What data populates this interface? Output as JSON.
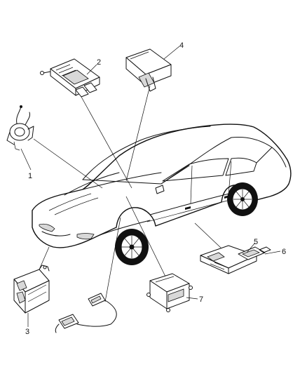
{
  "callouts": [
    {
      "id": 1,
      "label": "1"
    },
    {
      "id": 2,
      "label": "2"
    },
    {
      "id": 3,
      "label": "3"
    },
    {
      "id": 4,
      "label": "4"
    },
    {
      "id": 5,
      "label": "5"
    },
    {
      "id": 6,
      "label": "6"
    },
    {
      "id": 7,
      "label": "7"
    }
  ]
}
